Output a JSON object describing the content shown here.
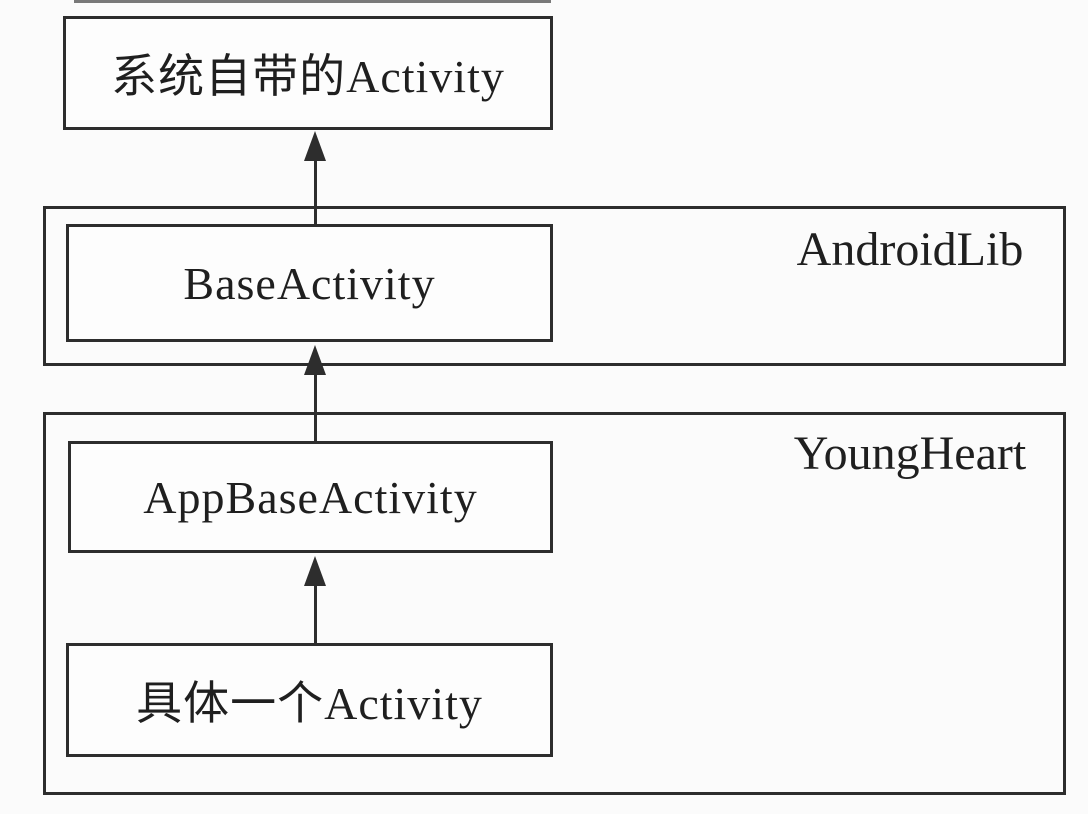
{
  "diagram": {
    "system_box": {
      "label": "系统自带的Activity"
    },
    "androidlib": {
      "label": "AndroidLib",
      "base_activity": {
        "label": "BaseActivity"
      }
    },
    "youngheart": {
      "label": "YoungHeart",
      "app_base_activity": {
        "label": "AppBaseActivity"
      },
      "concrete_activity": {
        "label": "具体一个Activity"
      }
    },
    "colors": {
      "line": "#2d2d2d",
      "background": "#fbfbfb",
      "box_fill": "#fdfdfd",
      "text": "#1f1f1f"
    }
  }
}
